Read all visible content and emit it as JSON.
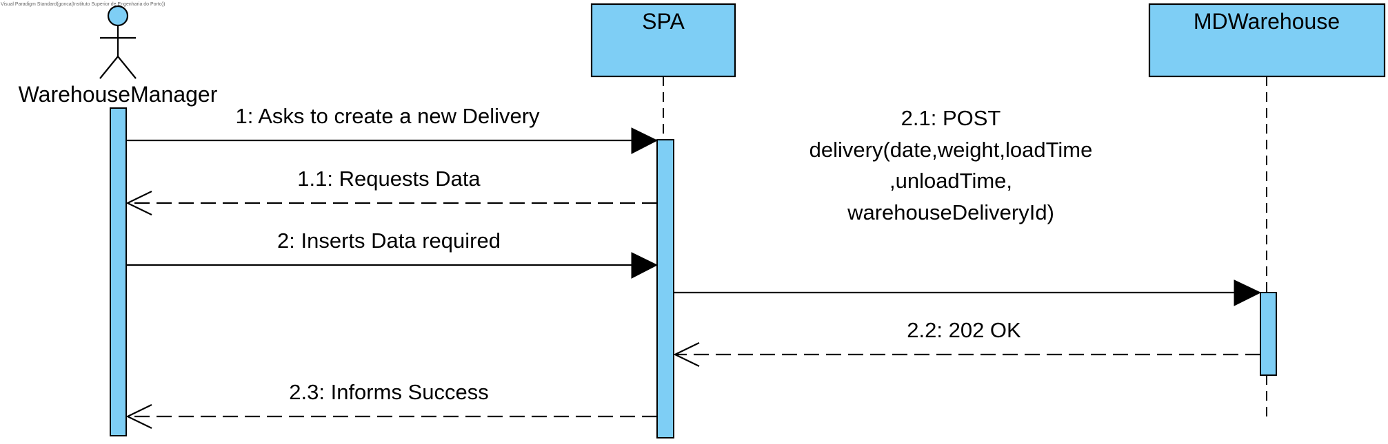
{
  "watermark": "Visual Paradigm Standard(gonca(Instituto Superior de Engenharia do Porto))",
  "participants": [
    {
      "id": "warehouse-manager",
      "kind": "actor",
      "name": "WarehouseManager"
    },
    {
      "id": "spa",
      "kind": "object",
      "name": "SPA"
    },
    {
      "id": "md-warehouse",
      "kind": "object",
      "name": "MDWarehouse"
    }
  ],
  "messages": [
    {
      "id": "m1",
      "type": "sync",
      "label_lines": [
        "1: Asks to create a new Delivery"
      ]
    },
    {
      "id": "m1_1",
      "type": "return",
      "label_lines": [
        "1.1: Requests Data"
      ]
    },
    {
      "id": "m2",
      "type": "sync",
      "label_lines": [
        "2: Inserts Data required"
      ]
    },
    {
      "id": "m2_1",
      "type": "sync",
      "label_lines": [
        "2.1: POST",
        "delivery(date,weight,loadTime",
        ",unloadTime,",
        "warehouseDeliveryId)"
      ]
    },
    {
      "id": "m2_2",
      "type": "return",
      "label_lines": [
        "2.2: 202 OK"
      ]
    },
    {
      "id": "m2_3",
      "type": "return",
      "label_lines": [
        "2.3: Informs Success"
      ]
    }
  ],
  "colors": {
    "fill": "#7ecef5",
    "line": "#000000",
    "background": "#ffffff"
  }
}
